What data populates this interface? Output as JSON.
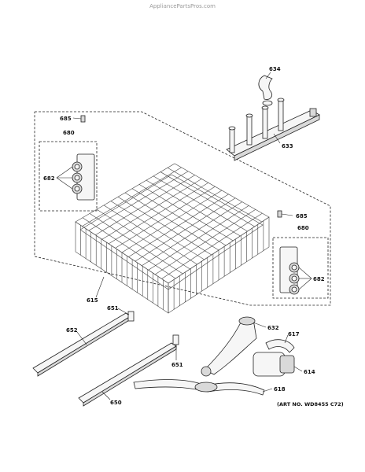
{
  "watermark": "AppliancePartsPros.com",
  "art_number": "(ART NO. WD8455 C72)",
  "callouts": {
    "p634": "634",
    "p633": "633",
    "p685a": "685",
    "p680a": "680",
    "p682a": "682",
    "p685b": "685",
    "p680b": "680",
    "p682b": "682",
    "p615": "615",
    "p651a": "651",
    "p652": "652",
    "p632": "632",
    "p617": "617",
    "p651b": "651",
    "p614": "614",
    "p618": "618",
    "p650": "650"
  }
}
